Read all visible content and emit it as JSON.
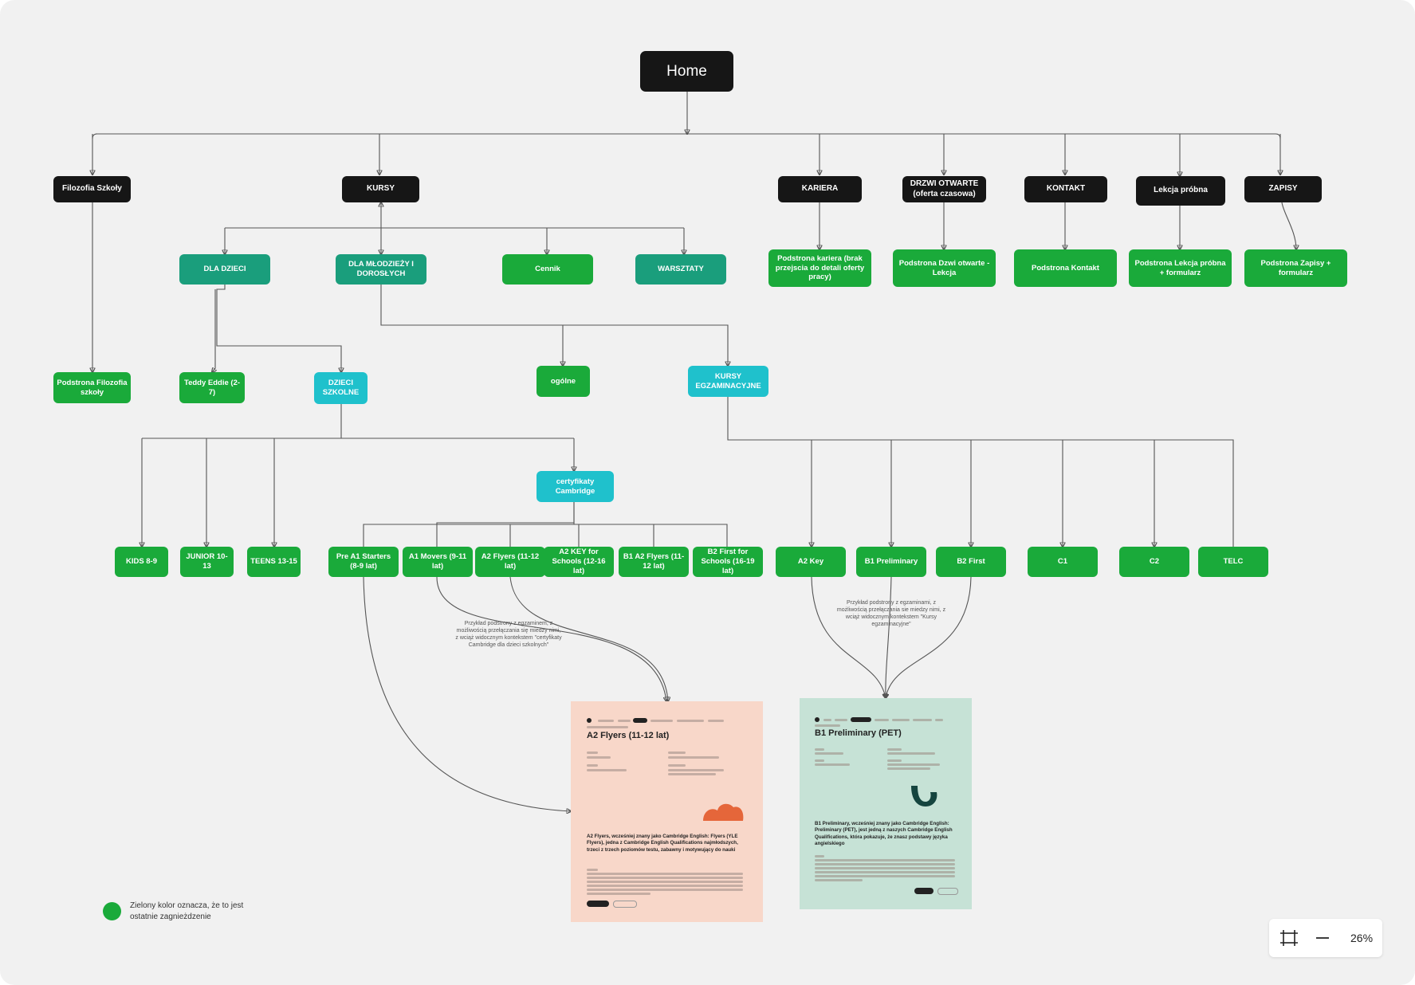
{
  "nodes": {
    "home": "Home",
    "filozofia": "Filozofia Szkoły",
    "kursy": "KURSY",
    "kariera": "KARIERA",
    "drzwi": "DRZWI OTWARTE (oferta czasowa)",
    "kontakt": "KONTAKT",
    "lekcja": "Lekcja próbna",
    "zapisy": "ZAPISY",
    "dla_dzieci": "DLA DZIECI",
    "dla_mlodziezy": "DLA MŁODZIEŻY I DOROSŁYCH",
    "cennik": "Cennik",
    "warsztaty": "WARSZTATY",
    "podstrona_kariera": "Podstrona kariera (brak przejscia do detali oferty pracy)",
    "podstrona_drzwi": "Podstrona Dzwi otwarte - Lekcja",
    "podstrona_kontakt": "Podstrona Kontakt",
    "podstrona_lekcja": "Podstrona Lekcja próbna + formularz",
    "podstrona_zapisy": "Podstrona Zapisy + formularz",
    "podstrona_filozofia": "Podstrona Filozofia szkoły",
    "teddy": "Teddy Eddie (2-7)",
    "dzieci_szkolne": "DZIECI SZKOLNE",
    "ogolne": "ogólne",
    "kursy_egz": "KURSY EGZAMINACYJNE",
    "certyfikaty": "certyfikaty Cambridge",
    "kids": "KIDS 8-9",
    "junior": "JUNIOR 10-13",
    "teens": "TEENS 13-15",
    "pre_a1": "Pre A1 Starters (8-9 lat)",
    "a1_movers": "A1 Movers (9-11 lat)",
    "a2_flyers": "A2 Flyers (11-12 lat)",
    "a2_key_schools": "A2 KEY for Schools (12-16 lat)",
    "b1_a2_flyers": "B1 A2 Flyers (11-12 lat)",
    "b2_first_schools": "B2 First for Schools (16-19 lat)",
    "a2_key": "A2 Key",
    "b1_prelim": "B1 Preliminary",
    "b2_first": "B2 First",
    "c1": "C1",
    "c2": "C2",
    "telc": "TELC"
  },
  "notes": {
    "cambridge": "Przykład podstrony z egzaminem, z możliwością przełączania się miedzy nimi, z wciąż widocznym kontekstem \"certyfikaty Cambridge dla dzieci szkolnych\"",
    "egzaminacyjne": "Przykład podstrony z egzaminami, z możliwością przełączania sie miedzy nimi, z wciąż widocznym kontekstem \"Kursy egzaminacyjne\""
  },
  "cards": {
    "flyers": {
      "title": "A2 Flyers (11-12 lat)",
      "lead": "A2 Flyers, wcześniej znany jako Cambridge English: Flyers (YLE Flyers), jedna z Cambridge English Qualifications najmłodszych, trzeci z trzech poziomów testu, zabawny i motywujący do nauki",
      "bg": "#f8d7c9",
      "accent": "#e5663a"
    },
    "pet": {
      "title": "B1 Preliminary (PET)",
      "lead": "B1 Preliminary, wcześniej znany jako Cambridge English: Preliminary (PET), jest jedną z naszych Cambridge English Qualifications, która pokazuje, że znasz podstawy języka angielskiego",
      "bg": "#c6e2d6",
      "accent": "#15453f"
    }
  },
  "legend": {
    "text": "Zielony kolor oznacza, że to jest ostatnie zagnieżdzenie",
    "color": "#1aaa3a"
  },
  "zoom": {
    "level": "26%",
    "fit_icon": "fit-frame-icon",
    "minus_icon": "zoom-out-icon"
  },
  "colors": {
    "top": "#161616",
    "leaf": "#1aaa3a",
    "teal": "#1a9e7c",
    "cyan": "#1fc1cc"
  }
}
